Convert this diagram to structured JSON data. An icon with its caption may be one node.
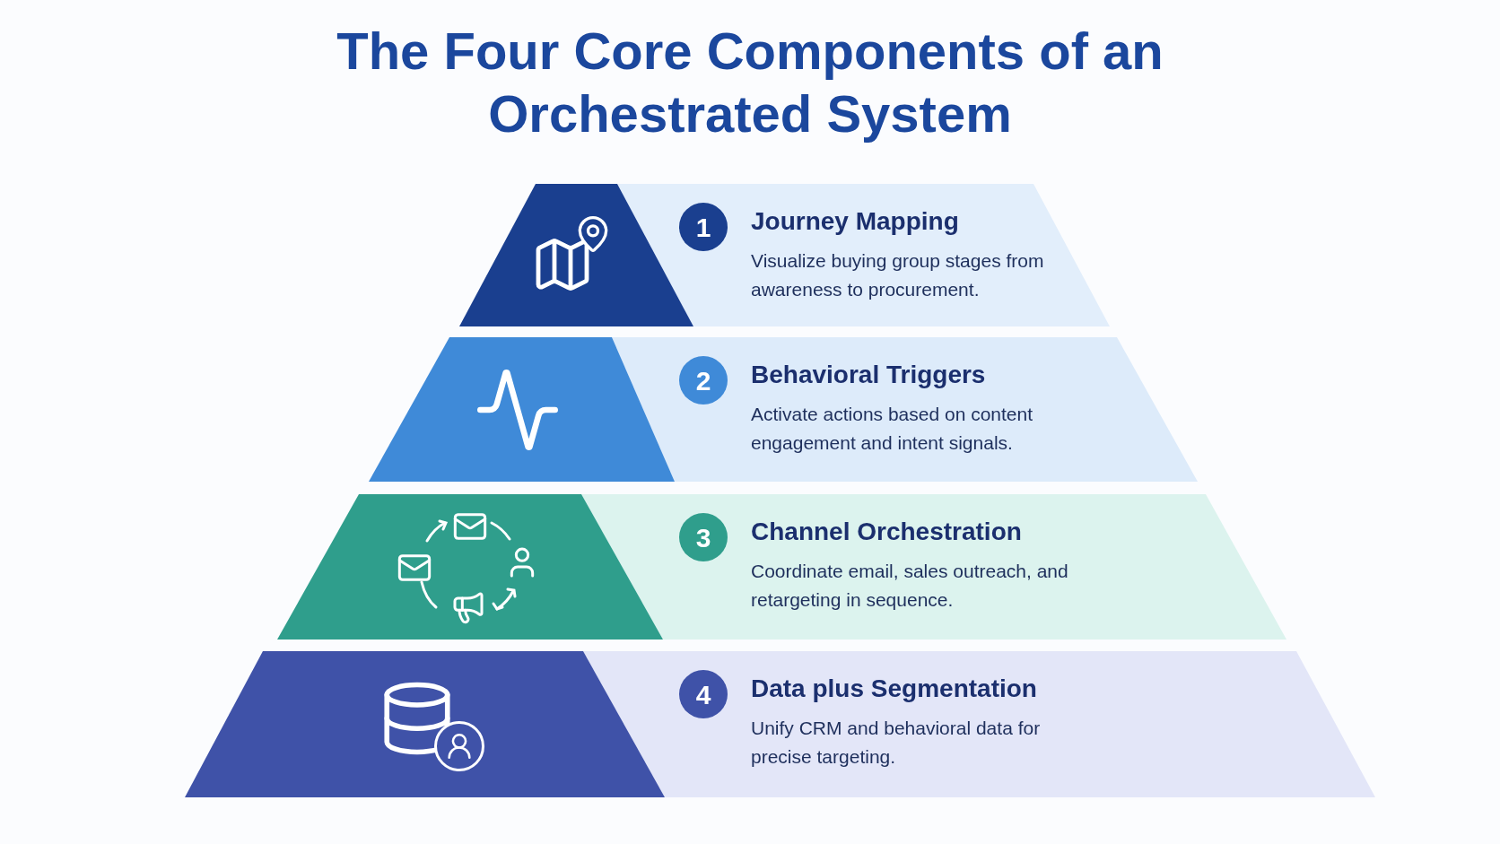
{
  "diagram": {
    "title": "The Four Core Components of an Orchestrated System",
    "nodes": [
      {
        "text": [
          "Journey Mapping",
          "Visualize buying group stages from awareness to procurement."
        ]
      },
      {
        "text": [
          "1"
        ],
        "in": 0
      },
      {
        "text": [
          "Behavioral Triggers",
          "Activate actions based on content engagement and intent signals."
        ]
      },
      {
        "text": [
          "2"
        ],
        "in": 2
      },
      {
        "text": [
          "Channel Orchestration",
          "Coordinate email, sales outreach, and retargeting in sequence."
        ]
      },
      {
        "text": [
          "3"
        ],
        "in": 4
      },
      {
        "text": [
          "Data plus Segmentation",
          "Unify CRM and behavioral data for precise targeting."
        ]
      },
      {
        "text": [
          "4"
        ],
        "in": 6
      }
    ]
  }
}
